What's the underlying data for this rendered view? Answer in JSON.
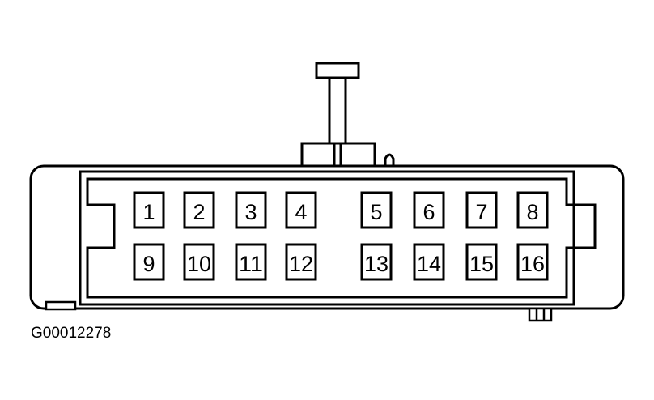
{
  "colors": {
    "line": "#000000",
    "background": "#ffffff"
  },
  "connector": {
    "top_row": [
      "1",
      "2",
      "3",
      "4",
      "5",
      "6",
      "7",
      "8"
    ],
    "bottom_row": [
      "9",
      "10",
      "11",
      "12",
      "13",
      "14",
      "15",
      "16"
    ]
  },
  "figure_id": "G00012278"
}
